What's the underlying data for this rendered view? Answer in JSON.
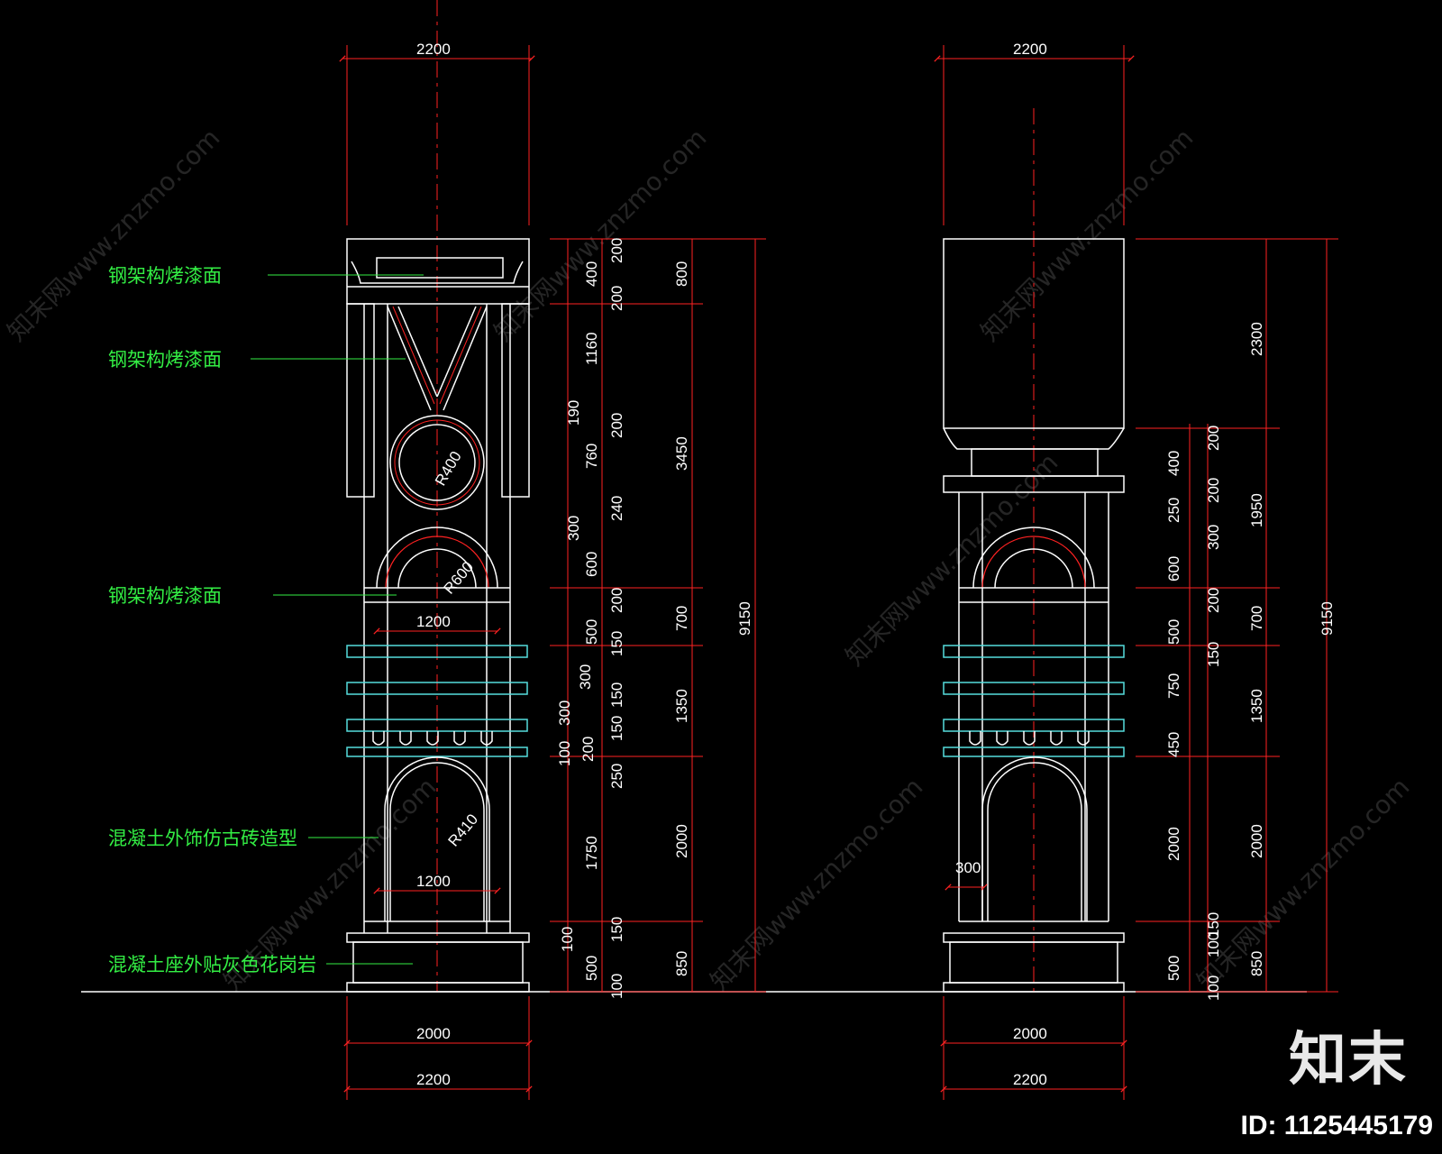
{
  "notes": {
    "steel_frame_1": "钢架构烤漆面",
    "steel_frame_2": "钢架构烤漆面",
    "steel_frame_3": "钢架构烤漆面",
    "concrete_brick": "混凝土外饰仿古砖造型",
    "concrete_granite": "混凝土座外贴灰色花岗岩"
  },
  "left_view": {
    "top_width": "2200",
    "base_inner_width": "2000",
    "base_outer_width": "2200",
    "inner_span_upper": "1200",
    "inner_span_lower": "1200",
    "radius_ring": "R400",
    "radius_arch": "R600",
    "radius_door": "R410",
    "dims_col1": [
      "100",
      "300",
      "200",
      "100",
      "500",
      "100"
    ],
    "dims_col2": [
      "400",
      "1160",
      "190",
      "760",
      "300",
      "600",
      "500",
      "300",
      "1750"
    ],
    "dims_col3": [
      "200",
      "200",
      "200",
      "240",
      "200",
      "150",
      "150",
      "150",
      "250",
      "150",
      "500",
      "100"
    ],
    "dims_col4": [
      "800",
      "3450",
      "700",
      "1350",
      "2000",
      "850"
    ],
    "total": "9150"
  },
  "right_view": {
    "top_width": "2200",
    "base_inner_width": "2000",
    "base_outer_width": "2200",
    "side_width": "300",
    "dims_col1": [
      "400",
      "250",
      "600",
      "500",
      "750",
      "450",
      "2000",
      "500"
    ],
    "dims_col2": [
      "200",
      "200",
      "300",
      "200",
      "150",
      "150",
      "100",
      "50",
      "100"
    ],
    "dims_col3": [
      "2300",
      "1950",
      "700",
      "1350",
      "2000",
      "850"
    ],
    "total": "9150"
  },
  "watermarks": [
    "知末网www.znzmo.com"
  ],
  "brand": "知末",
  "image_id": "ID: 1125445179",
  "colors": {
    "background": "#000000",
    "lines": "#ffffff",
    "dimension": "#ff2222",
    "note_text": "#33ee44",
    "band_cyan": "#55dddd"
  }
}
